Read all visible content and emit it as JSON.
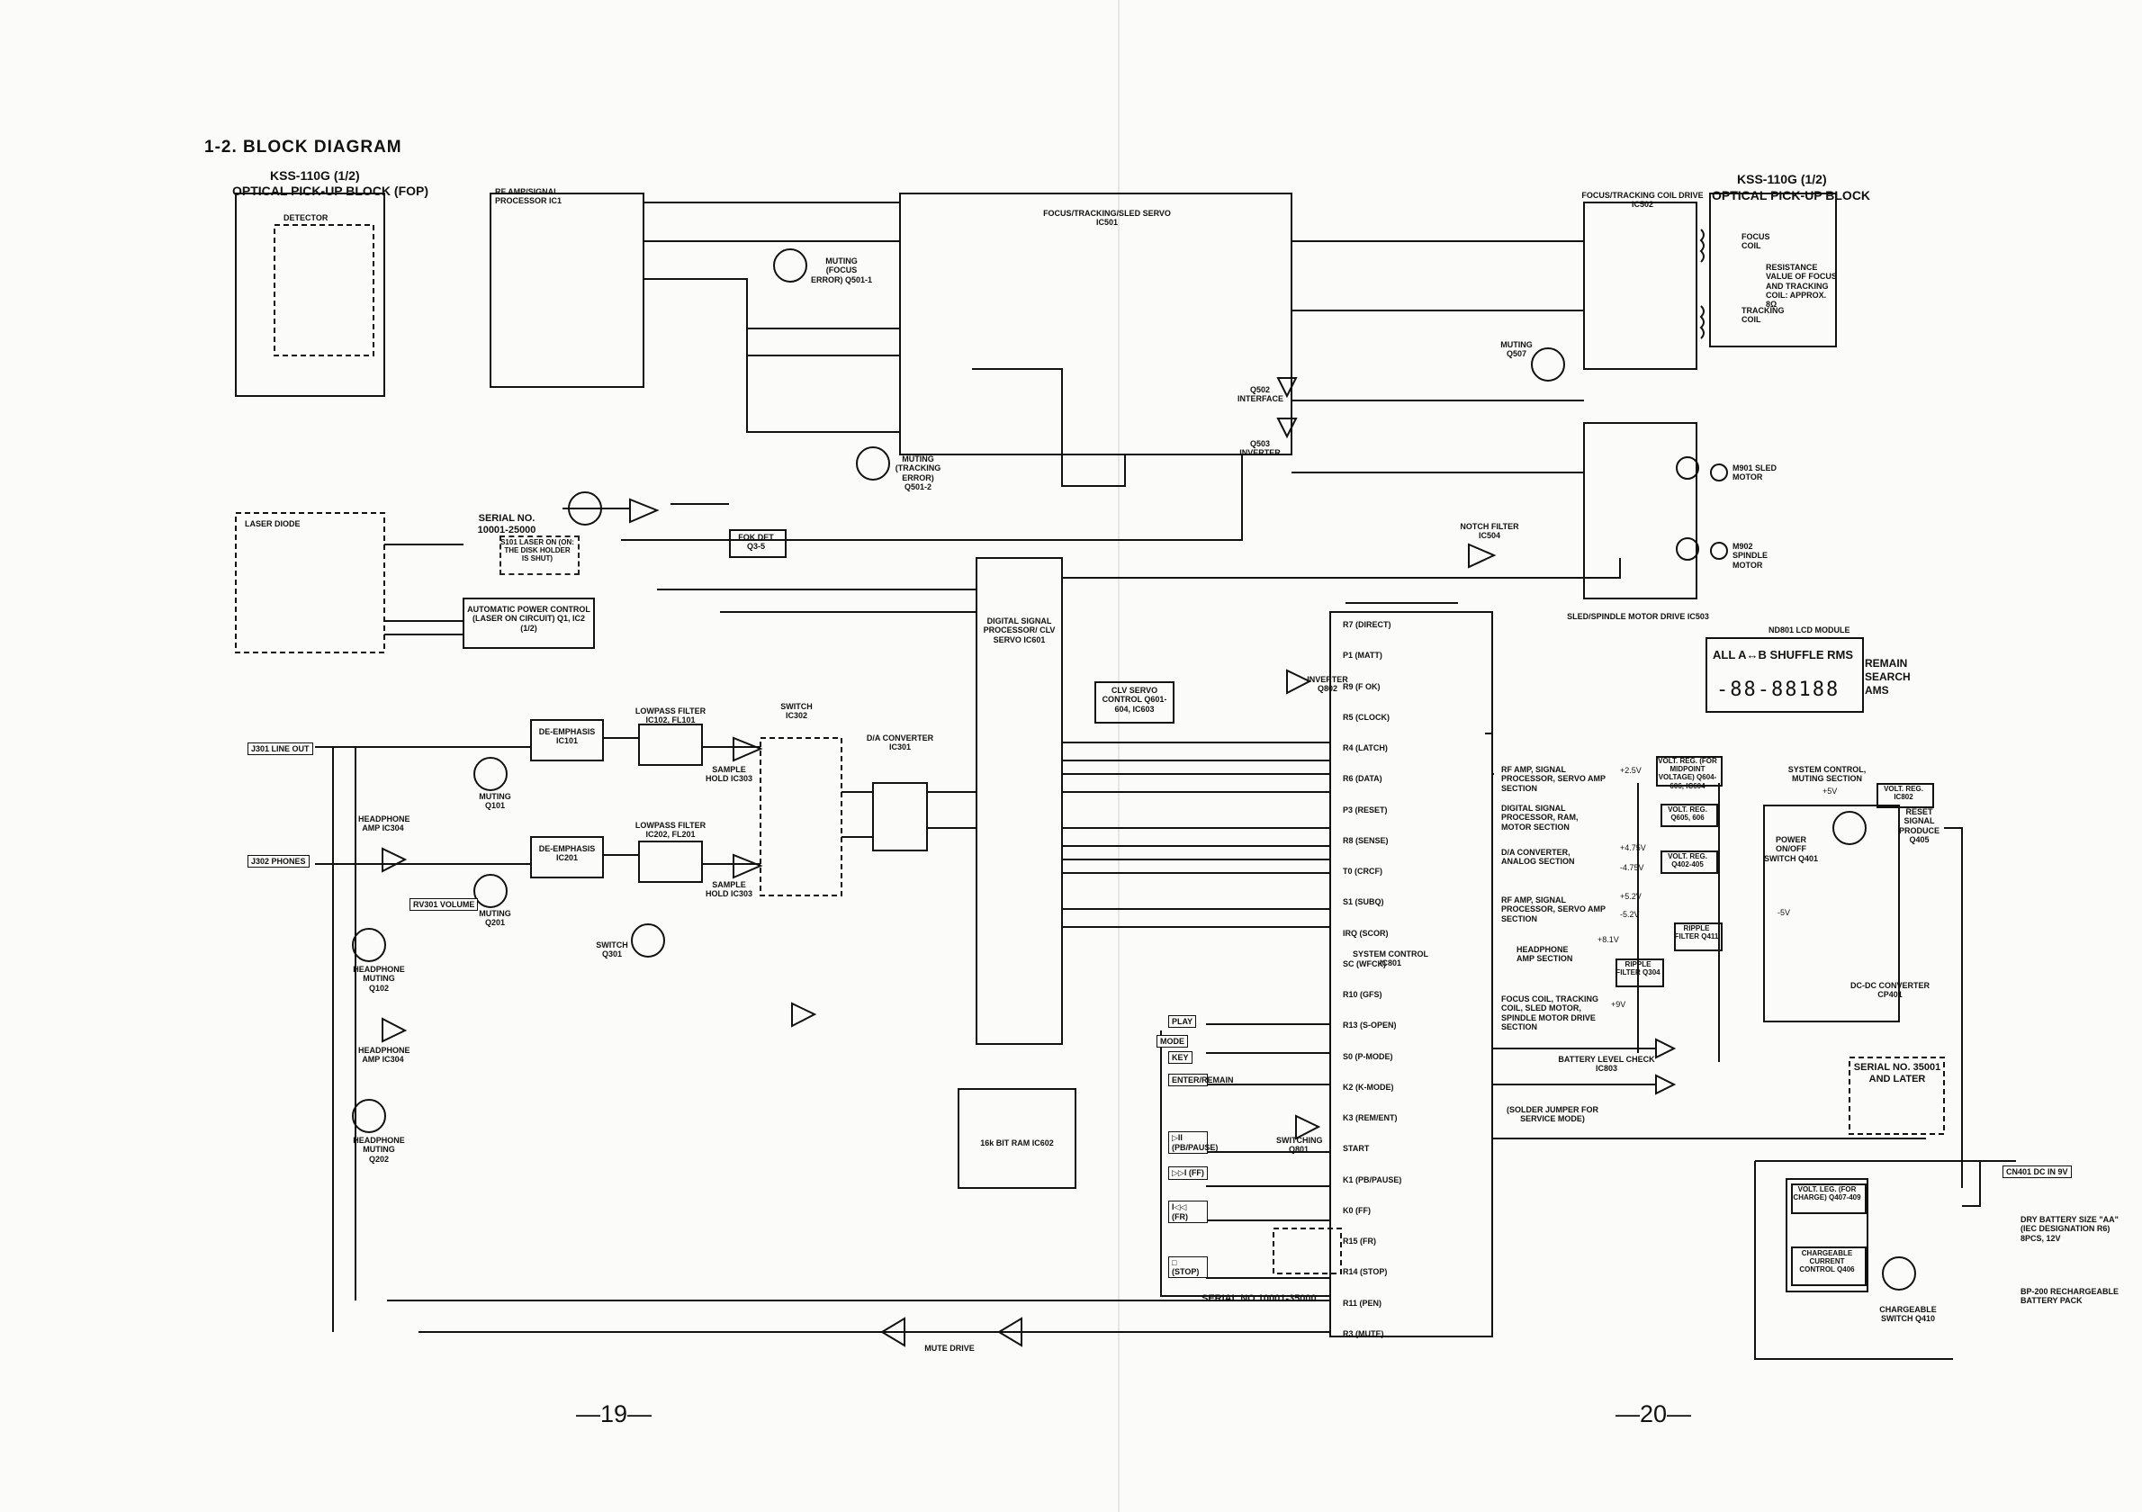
{
  "title": "1-2. BLOCK DIAGRAM",
  "pages": {
    "left": "—19—",
    "right": "—20—"
  },
  "pickup_left": {
    "model": "KSS-110G (1/2)",
    "name": "OPTICAL PICK-UP BLOCK (FOP)",
    "detector": "DETECTOR",
    "laser": "LASER DIODE"
  },
  "pickup_right": {
    "model": "KSS-110G (1/2)",
    "name": "OPTICAL PICK-UP BLOCK",
    "focus_coil": "FOCUS COIL",
    "tracking_coil": "TRACKING COIL",
    "resistance_note": "RESISTANCE VALUE OF FOCUS AND TRACKING COIL: APPROX. 8Ω"
  },
  "blocks": {
    "rf": "RF AMP/SIGNAL PROCESSOR IC1",
    "servo": "FOCUS/TRACKING/SLED SERVO IC501",
    "coil_drive": "FOCUS/TRACKING COIL DRIVE IC502",
    "sled_drive": "SLED/SPINDLE MOTOR DRIVE IC503",
    "notch": "NOTCH FILTER IC504",
    "dsp": "DIGITAL SIGNAL PROCESSOR/ CLV SERVO IC601",
    "clv": "CLV SERVO CONTROL Q601-604, IC603",
    "apc": "AUTOMATIC POWER CONTROL (LASER ON CIRCUIT) Q1, IC2 (1/2)",
    "fok": "FOK DET Q3-5",
    "deemph1": "DE-EMPHASIS IC101",
    "deemph2": "DE-EMPHASIS IC201",
    "lpf1": "LOWPASS FILTER IC102, FL101",
    "lpf2": "LOWPASS FILTER IC202, FL201",
    "sh1": "SAMPLE HOLD IC303",
    "sh2": "SAMPLE HOLD IC303",
    "switch302": "SWITCH IC302",
    "dac": "D/A CONVERTER IC301",
    "ram": "16k BIT RAM IC602",
    "syscon": "SYSTEM CONTROL IC801",
    "lcd": "ND801 LCD MODULE",
    "inverter": "INVERTER Q802",
    "interface": "Q502 INTERFACE",
    "q503": "Q503 INVERTER",
    "switching": "SWITCHING Q801",
    "muting501": "MUTING (FOCUS ERROR) Q501-1",
    "muting502": "MUTING (TRACKING ERROR) Q501-2",
    "muting507": "MUTING Q507",
    "hp_amp1": "HEADPHONE AMP IC304",
    "hp_amp2": "HEADPHONE AMP IC304",
    "hp_mute1": "HEADPHONE MUTING Q102",
    "hp_mute2": "HEADPHONE MUTING Q202",
    "muting_q101": "MUTING Q101",
    "muting_q201": "MUTING Q201",
    "switch_q301": "SWITCH Q301",
    "mute_drive": "MUTE DRIVE",
    "battery": "BATTERY LEVEL CHECK IC803",
    "dcdc": "DC-DC CONVERTER CP401",
    "volt_reg1": "VOLT. REG. (FOR MIDPOINT VOLTAGE) Q604-606, IC604",
    "volt_reg2": "VOLT. REG. Q605, 606",
    "volt_reg3": "VOLT. REG. Q402-405",
    "volt_reg4": "VOLT. REG. IC802",
    "ripple1": "RIPPLE FILTER Q411",
    "ripple2": "RIPPLE FILTER Q304",
    "charge_reg": "VOLT. LEG. (FOR CHARGE) Q407-409",
    "charge_ctrl": "CHARGEABLE CURRENT CONTROL Q406",
    "charge_sw": "CHARGEABLE SWITCH Q410",
    "power_sw": "POWER ON/OFF SWITCH Q401",
    "sys_mute": "SYSTEM CONTROL, MUTING SECTION",
    "reset": "RESET SIGNAL PRODUCE Q405"
  },
  "lcd_text": {
    "row1": "ALL A↔B SHUFFLE RMS",
    "row2": "-88-88188",
    "side": [
      "REMAIN",
      "SEARCH",
      "AMS"
    ]
  },
  "motors": {
    "sled": "M901 SLED MOTOR",
    "spindle": "M902 SPINDLE MOTOR"
  },
  "serial_notes": {
    "s1": "SERIAL NO. 10001-25000",
    "s1b": "S101 LASER ON (ON: THE DISK HOLDER IS SHUT)",
    "s2": "SERIAL NO.10001-35000",
    "s3": "SERIAL NO. 35001 AND LATER",
    "solder": "(SOLDER JUMPER FOR SERVICE MODE)"
  },
  "jacks": {
    "j301": "J301 LINE OUT",
    "j302": "J302 PHONES",
    "rv301": "RV301 VOLUME",
    "cn401": "CN401 DC IN 9V",
    "dry": "DRY BATTERY SIZE \"AA\" (IEC DESIGNATION R6) 8PCS, 12V",
    "bp": "BP-200 RECHARGEABLE BATTERY PACK"
  },
  "keys": [
    "PLAY",
    "MODE",
    "KEY",
    "ENTER/REMAIN",
    "▷II (PB/PAUSE)",
    "▷▷I (FF)",
    "I◁◁ (FR)",
    "□ (STOP)"
  ],
  "syscon_pins": [
    "R7 (DIRECT)",
    "P1 (MATT)",
    "R9 (F OK)",
    "R5 (CLOCK)",
    "R4 (LATCH)",
    "R6 (DATA)",
    "P3 (RESET)",
    "R8 (SENSE)",
    "T0 (CRCF)",
    "S1 (SUBQ)",
    "IRQ (SCOR)",
    "SC (WFCK)",
    "R10 (GFS)",
    "R13 (S-OPEN)",
    "S0 (P-MODE)",
    "K2 (K-MODE)",
    "K3 (REM/ENT)",
    "START",
    "K1 (PB/PAUSE)",
    "K0 (FF)",
    "R15 (FR)",
    "R14 (STOP)",
    "R11 (PEN)",
    "R3 (MUTE)"
  ],
  "supply_labels": [
    "RF AMP, SIGNAL PROCESSOR, SERVO AMP SECTION",
    "DIGITAL SIGNAL PROCESSOR, RAM, MOTOR SECTION",
    "D/A CONVERTER, ANALOG SECTION",
    "RF AMP, SIGNAL PROCESSOR, SERVO AMP SECTION",
    "HEADPHONE AMP SECTION",
    "FOCUS COIL, TRACKING COIL, SLED MOTOR, SPINDLE MOTOR DRIVE SECTION"
  ],
  "voltages": [
    "+2.5V",
    "+4.75V",
    "-4.75V",
    "+5.2V",
    "-5.2V",
    "+8.1V",
    "+9V",
    "+5V",
    "-5V"
  ]
}
